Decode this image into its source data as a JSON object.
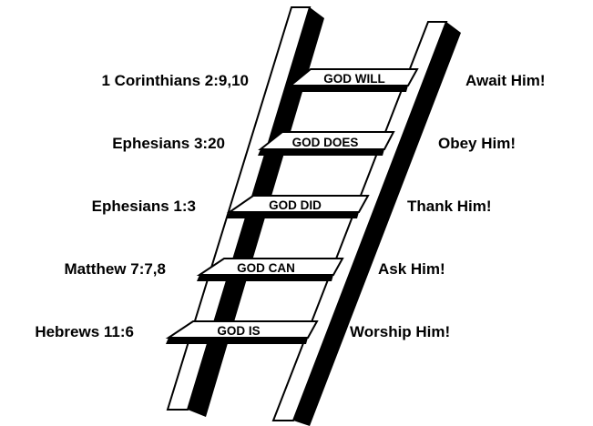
{
  "diagram": {
    "rungs": [
      {
        "reference": "1 Corinthians 2:9,10",
        "label": "GOD WILL",
        "response": "Await Him!"
      },
      {
        "reference": "Ephesians 3:20",
        "label": "GOD DOES",
        "response": "Obey Him!"
      },
      {
        "reference": "Ephesians 1:3",
        "label": "GOD DID",
        "response": "Thank Him!"
      },
      {
        "reference": "Matthew 7:7,8",
        "label": "GOD CAN",
        "response": "Ask Him!"
      },
      {
        "reference": "Hebrews 11:6",
        "label": "GOD IS",
        "response": "Worship Him!"
      }
    ],
    "colors": {
      "ink": "#000000",
      "paper": "#ffffff"
    }
  }
}
